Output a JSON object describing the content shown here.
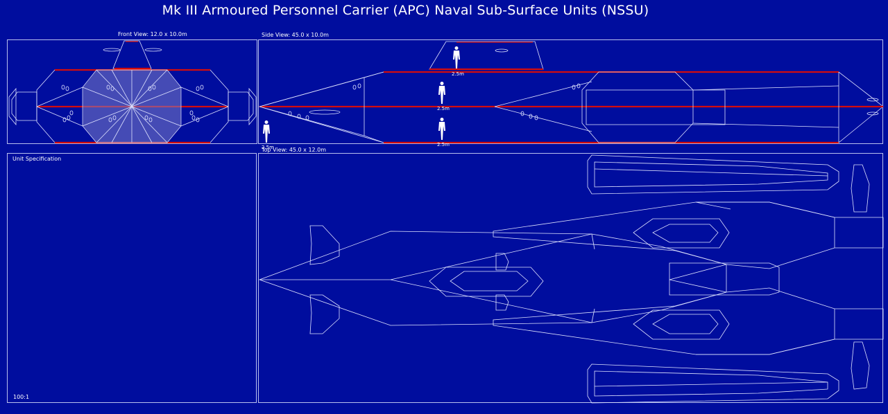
{
  "title": "Mk III Armoured Personnel Carrier (APC) Naval Sub-Surface Units (NSSU)",
  "views": {
    "front": "Front View: 12.0 x 10.0m",
    "side": "Side View: 45.0 x 10.0m",
    "top": "Top View: 45.0 x 12.0m"
  },
  "spec": {
    "heading": "Unit Specification",
    "scale": "100:1"
  },
  "scale_markers": [
    "2.5m",
    "2.5m",
    "2.5m",
    "2.5m"
  ],
  "colors": {
    "background": "#000d9e",
    "lines": "#dfe3ff",
    "stripe": "#d40c0c"
  }
}
